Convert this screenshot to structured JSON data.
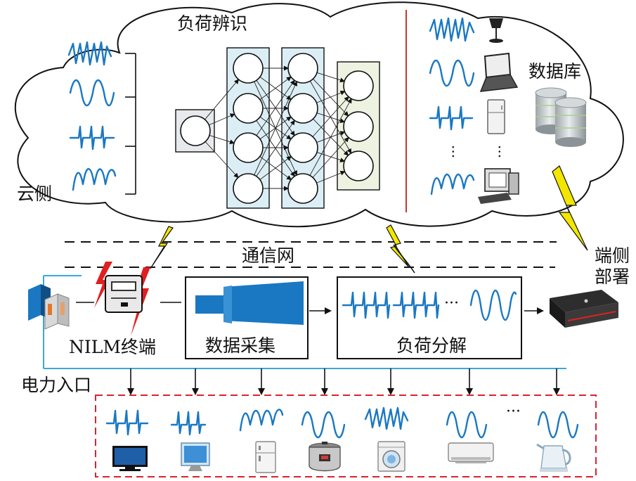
{
  "cloud": {
    "title": "负荷辨识",
    "side_label": "云侧",
    "database_label": "数据库"
  },
  "network_label": "通信网",
  "edge_label": [
    "端侧",
    "部署"
  ],
  "pipeline": {
    "meter_label": "NILM终端",
    "acquisition_label": "数据采集",
    "decomposition_label": "负荷分解",
    "ellipsis": "···"
  },
  "power_entry_label": "电力入口",
  "appliances": {
    "ellipsis": "···",
    "items": [
      "tv-icon",
      "monitor-icon",
      "fridge-icon",
      "rice-cooker-icon",
      "washing-machine-icon",
      "air-conditioner-icon",
      "kettle-icon"
    ]
  },
  "database_devices": [
    "lamp-icon",
    "laptop-icon",
    "fridge-icon",
    "desktop-computer-icon"
  ],
  "colors": {
    "wave": "#1a78c2",
    "cloud_divider": "#c0392b",
    "power_line": "#3aa7dd",
    "dashed_box": "#d9232e",
    "nn_fill_1": "#dceef5",
    "nn_fill_3": "#eef3e1",
    "lightning": "#f2e600"
  }
}
